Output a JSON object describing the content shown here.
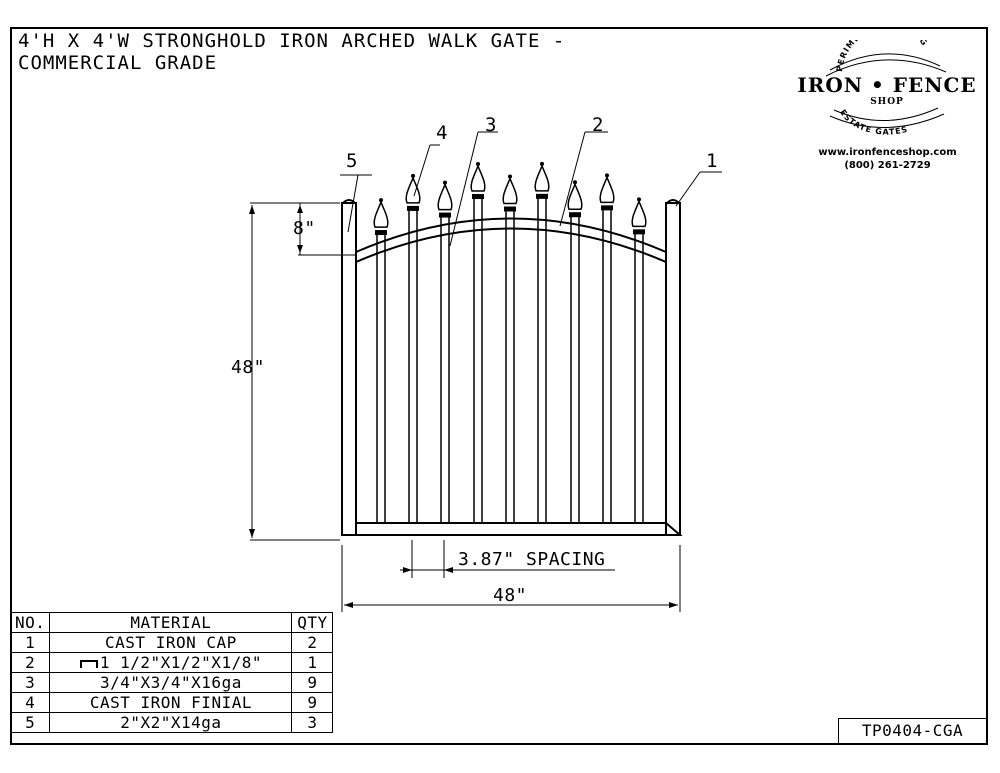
{
  "title_line1": "4'H X 4'W STRONGHOLD IRON ARCHED WALK GATE -",
  "title_line2": "COMMERCIAL GRADE",
  "logo": {
    "arc_top": "PERIMETER FENCING",
    "brand": "IRON • FENCE",
    "shop": "SHOP",
    "arc_bottom": "ESTATE GATES"
  },
  "contact": {
    "website": "www.ironfenceshop.com",
    "phone": "(800) 261-2729"
  },
  "dimensions": {
    "height": "48\"",
    "width": "48\"",
    "arch": "8\"",
    "spacing": "3.87\" SPACING"
  },
  "callouts": [
    "1",
    "2",
    "3",
    "4",
    "5"
  ],
  "bom": {
    "headers": [
      "NO.",
      "MATERIAL",
      "QTY"
    ],
    "rows": [
      {
        "no": "1",
        "material": "CAST IRON CAP",
        "qty": "2"
      },
      {
        "no": "2",
        "material": "1 1/2\"X1/2\"X1/8\"",
        "qty": "1"
      },
      {
        "no": "3",
        "material": "3/4\"X3/4\"X16ga",
        "qty": "9"
      },
      {
        "no": "4",
        "material": "CAST IRON FINIAL",
        "qty": "9"
      },
      {
        "no": "5",
        "material": "2\"X2\"X14ga",
        "qty": "3"
      }
    ]
  },
  "part_number": "TP0404-CGA"
}
